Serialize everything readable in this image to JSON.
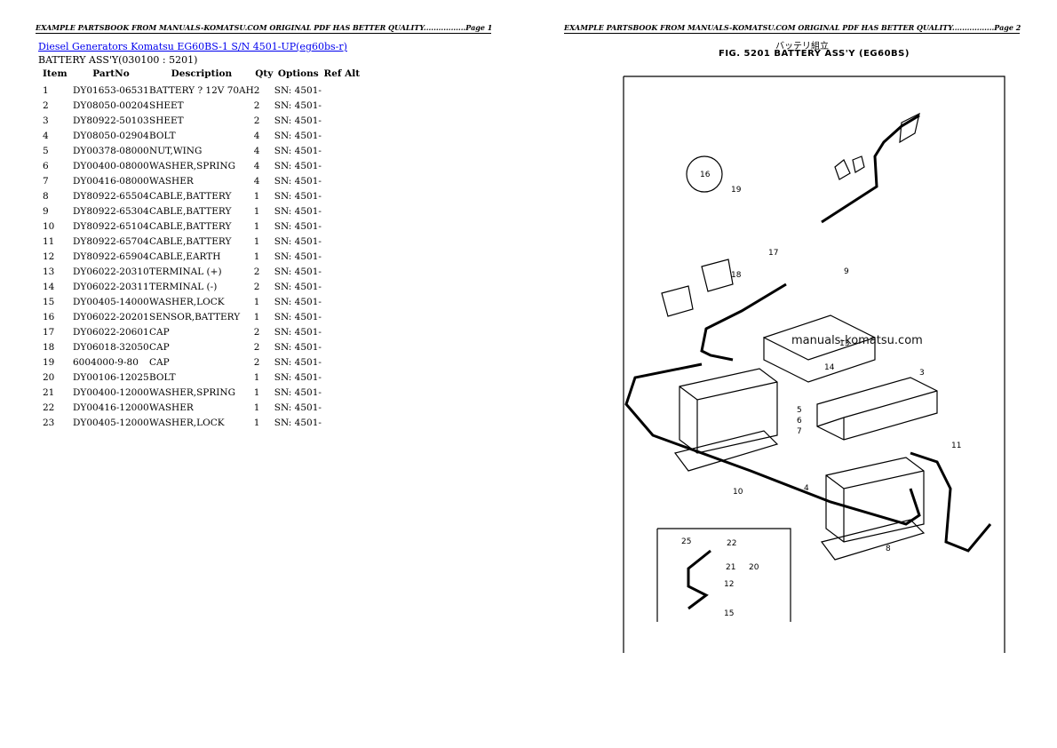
{
  "page1": {
    "header": "EXAMPLE PARTSBOOK FROM MANUALS-KOMATSU.COM ORIGINAL PDF HAS BETTER QUALITY.................Page 1",
    "title_link": "Diesel Generators Komatsu EG60BS-1 S/N 4501-UP(eg60bs-r)",
    "subtitle": "BATTERY ASS'Y(030100 : 5201)",
    "columns": [
      "Item",
      "PartNo",
      "Description",
      "Qty",
      "Options",
      "Ref Alt"
    ],
    "rows": [
      [
        "1",
        "DY01653-06531",
        "BATTERY ? 12V 70AH",
        "2",
        "SN: 4501-",
        ""
      ],
      [
        "2",
        "DY08050-00204",
        "SHEET",
        "2",
        "SN: 4501-",
        ""
      ],
      [
        "3",
        "DY80922-50103",
        "SHEET",
        "2",
        "SN: 4501-",
        ""
      ],
      [
        "4",
        "DY08050-02904",
        "BOLT",
        "4",
        "SN: 4501-",
        ""
      ],
      [
        "5",
        "DY00378-08000",
        "NUT,WING",
        "4",
        "SN: 4501-",
        ""
      ],
      [
        "6",
        "DY00400-08000",
        "WASHER,SPRING",
        "4",
        "SN: 4501-",
        ""
      ],
      [
        "7",
        "DY00416-08000",
        "WASHER",
        "4",
        "SN: 4501-",
        ""
      ],
      [
        "8",
        "DY80922-65504",
        "CABLE,BATTERY",
        "1",
        "SN: 4501-",
        ""
      ],
      [
        "9",
        "DY80922-65304",
        "CABLE,BATTERY",
        "1",
        "SN: 4501-",
        ""
      ],
      [
        "10",
        "DY80922-65104",
        "CABLE,BATTERY",
        "1",
        "SN: 4501-",
        ""
      ],
      [
        "11",
        "DY80922-65704",
        "CABLE,BATTERY",
        "1",
        "SN: 4501-",
        ""
      ],
      [
        "12",
        "DY80922-65904",
        "CABLE,EARTH",
        "1",
        "SN: 4501-",
        ""
      ],
      [
        "13",
        "DY06022-20310",
        "TERMINAL (+)",
        "2",
        "SN: 4501-",
        ""
      ],
      [
        "14",
        "DY06022-20311",
        "TERMINAL (-)",
        "2",
        "SN: 4501-",
        ""
      ],
      [
        "15",
        "DY00405-14000",
        "WASHER,LOCK",
        "1",
        "SN: 4501-",
        ""
      ],
      [
        "16",
        "DY06022-20201",
        "SENSOR,BATTERY",
        "1",
        "SN: 4501-",
        ""
      ],
      [
        "17",
        "DY06022-20601",
        "CAP",
        "2",
        "SN: 4501-",
        ""
      ],
      [
        "18",
        "DY06018-32050",
        "CAP",
        "2",
        "SN: 4501-",
        ""
      ],
      [
        "19",
        "6004000-9-80",
        "CAP",
        "2",
        "SN: 4501-",
        ""
      ],
      [
        "20",
        "DY00106-12025",
        "BOLT",
        "1",
        "SN: 4501-",
        ""
      ],
      [
        "21",
        "DY00400-12000",
        "WASHER,SPRING",
        "1",
        "SN: 4501-",
        ""
      ],
      [
        "22",
        "DY00416-12000",
        "WASHER",
        "1",
        "SN: 4501-",
        ""
      ],
      [
        "23",
        "DY00405-12000",
        "WASHER,LOCK",
        "1",
        "SN: 4501-",
        ""
      ]
    ]
  },
  "page2": {
    "header": "EXAMPLE PARTSBOOK FROM MANUALS-KOMATSU.COM ORIGINAL PDF HAS BETTER QUALITY.................Page 2",
    "fig_jp": "バッテリ組立",
    "fig_title": "FIG. 5201  BATTERY ASS'Y (EG60BS)",
    "watermark": "manuals-komatsu.com",
    "callouts": [
      "16",
      "19",
      "17",
      "9",
      "18",
      "13",
      "14",
      "3",
      "5",
      "6",
      "7",
      "10",
      "11",
      "4",
      "25",
      "22",
      "21",
      "20",
      "12",
      "15",
      "8"
    ]
  }
}
